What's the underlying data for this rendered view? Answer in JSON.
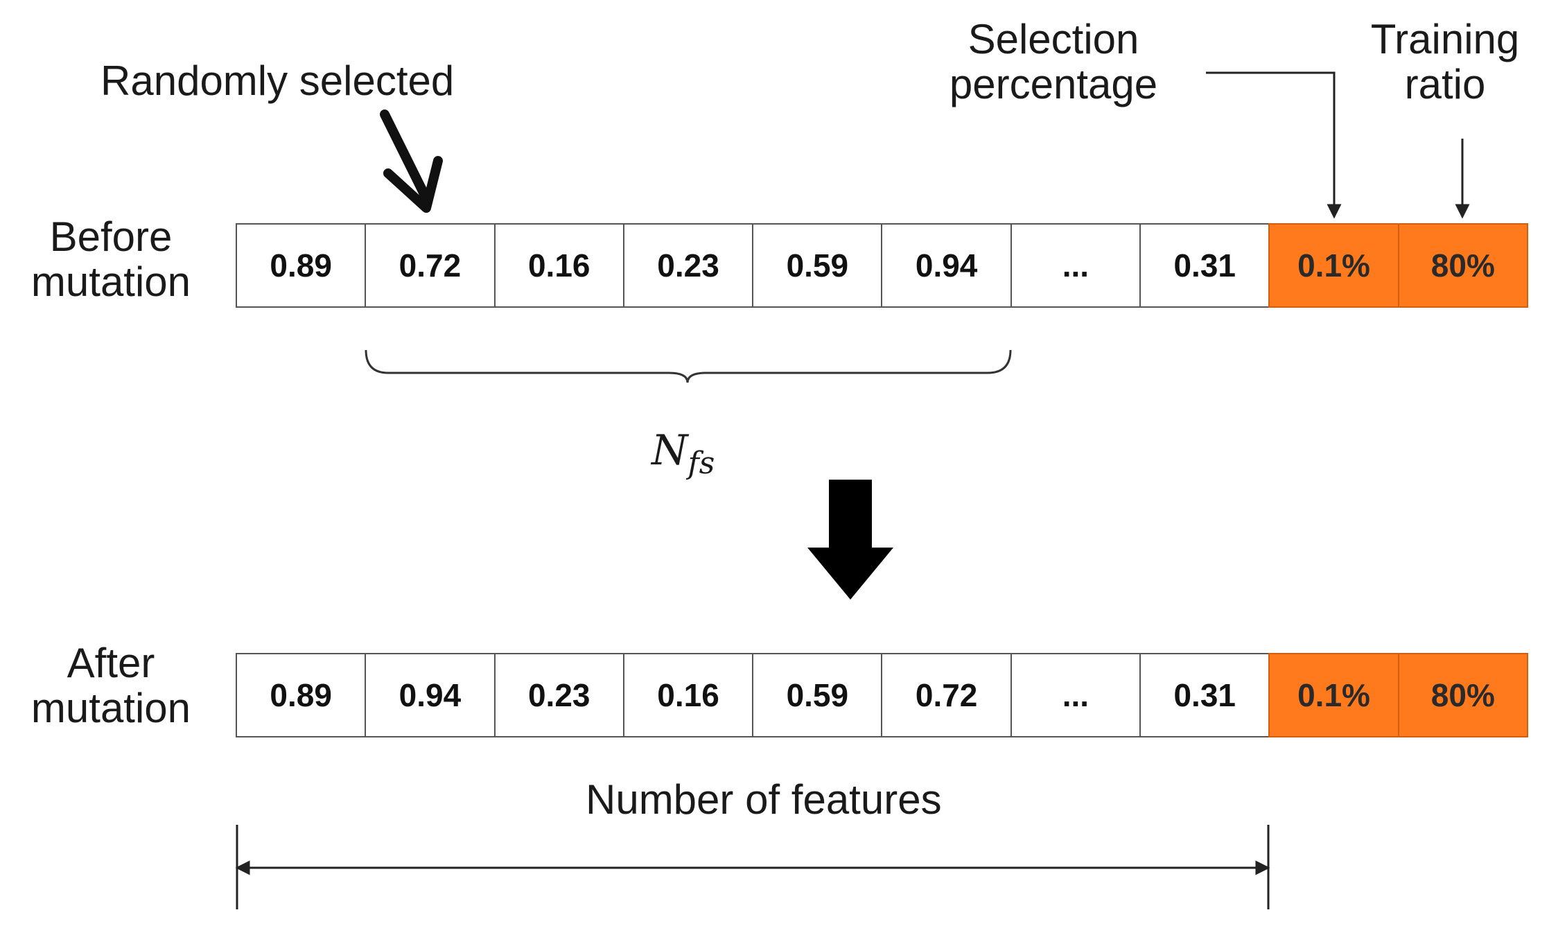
{
  "labels": {
    "randomly_selected": "Randomly selected",
    "selection_percentage": [
      "Selection",
      "percentage"
    ],
    "training_ratio": [
      "Training",
      "ratio"
    ],
    "before_mutation": [
      "Before",
      "mutation"
    ],
    "after_mutation": [
      "After",
      "mutation"
    ],
    "nfs_main": "N",
    "nfs_sub": "fs",
    "number_of_features": "Number of features"
  },
  "before_cells": [
    "0.89",
    "0.72",
    "0.16",
    "0.23",
    "0.59",
    "0.94",
    "...",
    "0.31",
    "0.1%",
    "80%"
  ],
  "after_cells": [
    "0.89",
    "0.94",
    "0.23",
    "0.16",
    "0.59",
    "0.72",
    "...",
    "0.31",
    "0.1%",
    "80%"
  ],
  "colors": {
    "param_fill": "#ff7a1c",
    "cell_border": "#555555",
    "text": "#1a1a1a"
  }
}
